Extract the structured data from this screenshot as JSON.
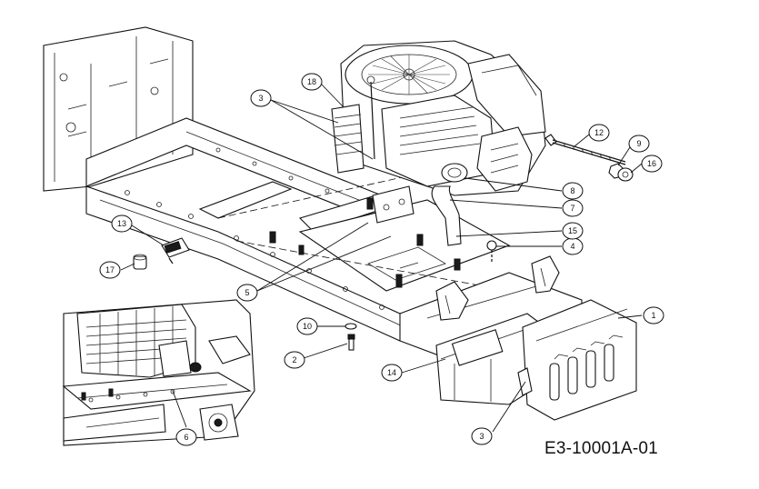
{
  "drawing_code": "E3-10001A-01",
  "callouts": [
    "1",
    "2",
    "3",
    "3",
    "3",
    "4",
    "5",
    "6",
    "7",
    "8",
    "9",
    "10",
    "12",
    "13",
    "14",
    "15",
    "16",
    "17",
    "18"
  ]
}
